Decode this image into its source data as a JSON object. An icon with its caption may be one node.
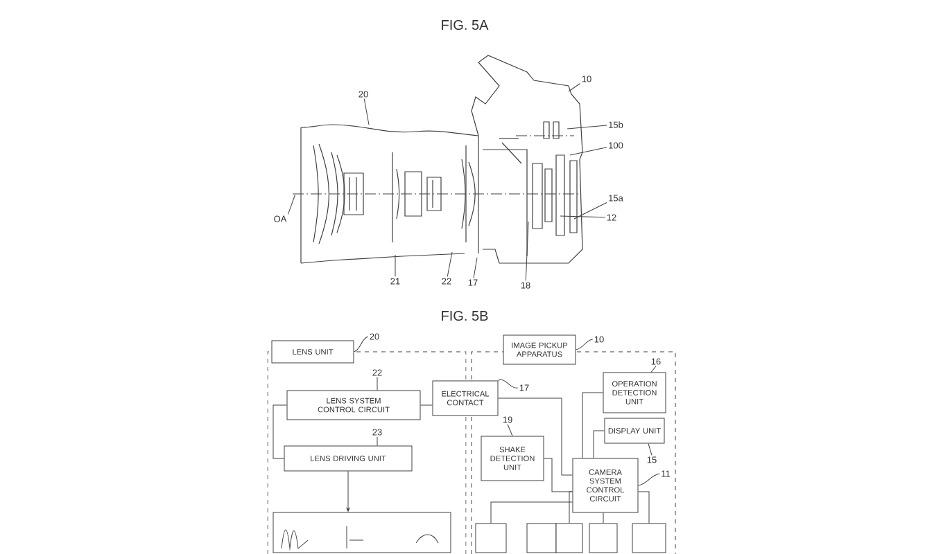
{
  "diagram": {
    "nodes": [
      {
        "text": [
          "LENS UNIT"
        ]
      },
      {
        "text": [
          "LENS SYSTEM CONTROL CIRCUIT"
        ]
      },
      {
        "text": [
          "LENS DRIVING UNIT"
        ]
      },
      {
        "text": [],
        "shape": "box"
      },
      {
        "text": [
          "ELECTRICAL CONTACT"
        ]
      },
      {
        "text": [
          "IMAGE PICKUP APPARATUS"
        ]
      },
      {
        "text": [
          "OPERATION DETECTION UNIT"
        ]
      },
      {
        "text": [
          "DISPLAY UNIT"
        ]
      },
      {
        "text": [
          "SHAKE DETECTION UNIT"
        ]
      },
      {
        "text": [
          "CAMERA SYSTEM CONTROL CIRCUIT"
        ]
      },
      {
        "text": [],
        "shape": "box"
      },
      {
        "text": [],
        "shape": "box"
      },
      {
        "text": [],
        "shape": "box"
      },
      {
        "text": [],
        "shape": "box"
      },
      {
        "text": [],
        "shape": "box"
      },
      {
        "text": [
          "20"
        ]
      },
      {
        "text": [
          "10"
        ]
      },
      {
        "text": [
          "15b"
        ]
      },
      {
        "text": [
          "100"
        ]
      },
      {
        "text": [
          "15a"
        ]
      },
      {
        "text": [
          "12"
        ]
      },
      {
        "text": [
          "OA"
        ]
      },
      {
        "text": [
          "21"
        ]
      },
      {
        "text": [
          "22"
        ]
      },
      {
        "text": [
          "17"
        ]
      },
      {
        "text": [
          "18"
        ]
      },
      {
        "text": [
          "20"
        ]
      },
      {
        "text": [
          "22"
        ]
      },
      {
        "text": [
          "23"
        ]
      },
      {
        "text": [
          "17"
        ]
      },
      {
        "text": [
          "10"
        ]
      },
      {
        "text": [
          "16"
        ]
      },
      {
        "text": [
          "19"
        ]
      },
      {
        "text": [
          "15"
        ]
      },
      {
        "text": [
          "11"
        ]
      },
      {
        "text": [],
        "shape": "line"
      }
    ],
    "edges": [
      {
        "from": 1,
        "to": 2,
        "arrow": "none"
      },
      {
        "from": 2,
        "to": 3,
        "arrow": "to"
      },
      {
        "from": 1,
        "to": 4,
        "arrow": "none"
      },
      {
        "from": 4,
        "to": 9,
        "arrow": "none"
      },
      {
        "from": 6,
        "to": 9,
        "arrow": "none"
      },
      {
        "from": 7,
        "to": 9,
        "arrow": "none"
      },
      {
        "from": 8,
        "to": 9,
        "arrow": "none"
      },
      {
        "from": 9,
        "to": 10,
        "arrow": "none"
      },
      {
        "from": 9,
        "to": 12,
        "arrow": "none"
      },
      {
        "from": 9,
        "to": 13,
        "arrow": "none"
      },
      {
        "from": 9,
        "to": 14,
        "arrow": "none"
      },
      {
        "from": 15,
        "to": null,
        "arrow": "none"
      },
      {
        "from": 16,
        "to": null,
        "arrow": "none"
      },
      {
        "from": 17,
        "to": null,
        "arrow": "none"
      },
      {
        "from": 18,
        "to": null,
        "arrow": "none"
      },
      {
        "from": 19,
        "to": null,
        "arrow": "none"
      },
      {
        "from": 20,
        "to": null,
        "arrow": "none"
      },
      {
        "from": 21,
        "to": 35,
        "arrow": "none"
      },
      {
        "from": 22,
        "to": null,
        "arrow": "none"
      },
      {
        "from": 23,
        "to": null,
        "arrow": "none"
      },
      {
        "from": 24,
        "to": null,
        "arrow": "none"
      },
      {
        "from": 25,
        "to": null,
        "arrow": "none"
      },
      {
        "from": 26,
        "to": 0,
        "arrow": "none"
      },
      {
        "from": 27,
        "to": 1,
        "arrow": "none"
      },
      {
        "from": 28,
        "to": 2,
        "arrow": "none"
      },
      {
        "from": 29,
        "to": 4,
        "arrow": "none"
      },
      {
        "from": 30,
        "to": 5,
        "arrow": "none"
      },
      {
        "from": 31,
        "to": 6,
        "arrow": "none"
      },
      {
        "from": 32,
        "to": 8,
        "arrow": "none"
      },
      {
        "from": 33,
        "to": 7,
        "arrow": "none"
      },
      {
        "from": 34,
        "to": 9,
        "arrow": "none"
      }
    ],
    "labels": [
      "FIG. 5A",
      "FIG. 5B"
    ]
  }
}
